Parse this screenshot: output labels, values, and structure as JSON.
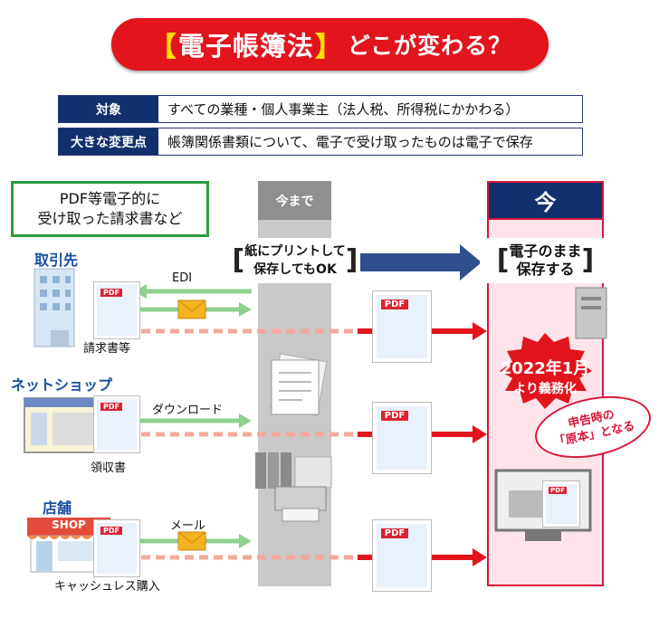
{
  "title": {
    "open": "【",
    "main": "電子帳簿法",
    "close": "】",
    "question": "どこが変わる？"
  },
  "info": [
    {
      "header": "対象",
      "value": "すべての業種・個人事業主（法人税、所得税にかかわる）"
    },
    {
      "header": "大きな変更点",
      "value": "帳簿関係書類について、電子で受け取ったものは電子で保存"
    }
  ],
  "green_box": {
    "line1": "PDF等電子的に",
    "line2": "受け取った請求書など"
  },
  "columns": {
    "before": "今まで",
    "now": "今"
  },
  "before_text": {
    "line1": "紙にプリントして",
    "line2": "保存してもOK"
  },
  "now_text": {
    "line1": "電子のまま",
    "line2": "保存する"
  },
  "sections": [
    {
      "name": "取引先",
      "method": "EDI",
      "doc": "請求書等"
    },
    {
      "name": "ネットショップ",
      "method": "ダウンロード",
      "doc": "領収書"
    },
    {
      "name": "店舗",
      "method": "メール",
      "doc": "キャッシュレス購入"
    }
  ],
  "shop_sign": "SHOP",
  "pdf_label": "PDF",
  "badge": {
    "line1": "2022年1月",
    "line2": "より義務化"
  },
  "stamp": {
    "line1": "申告時の",
    "line2": "「原本」となる"
  },
  "colors": {
    "red": "#e2141c",
    "navy": "#13306e",
    "green": "#2f9a3e",
    "arrow_blue": "#2f4f8f",
    "light_green": "#8fcf8f",
    "salmon": "#f4a99a"
  }
}
